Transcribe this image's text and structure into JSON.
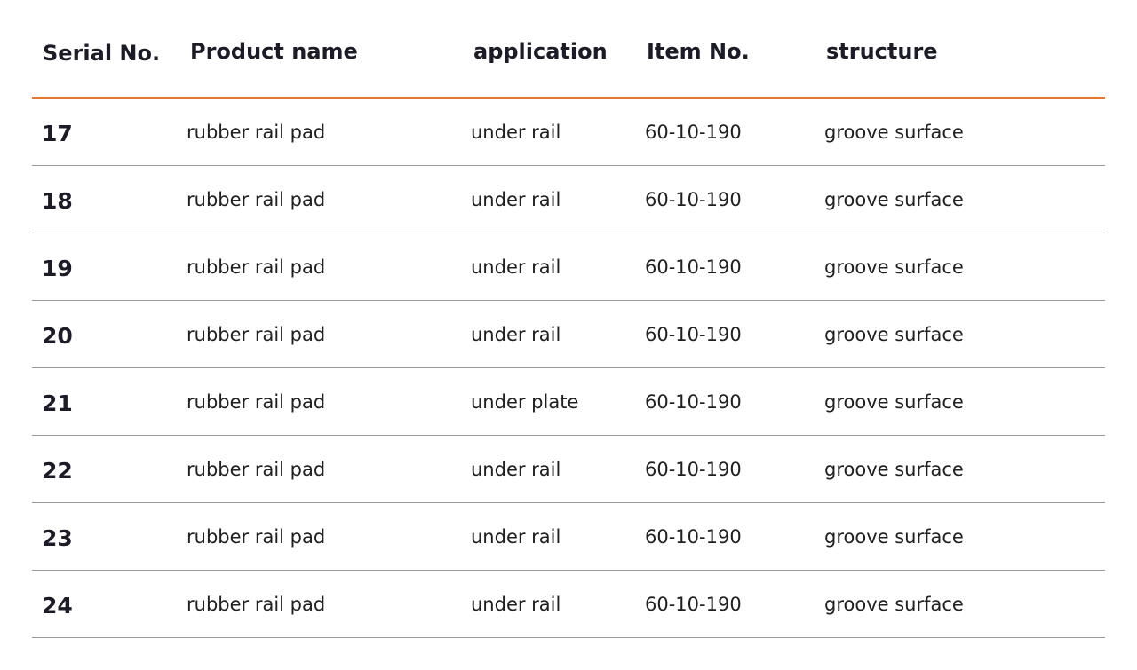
{
  "table": {
    "headers": [
      "Serial No.",
      "Product name",
      "application",
      "Item No.",
      "structure"
    ],
    "rows": [
      [
        "17",
        "rubber rail pad",
        "under rail",
        "60-10-190",
        "groove surface"
      ],
      [
        "18",
        "rubber rail pad",
        "under rail",
        "60-10-190",
        "groove surface"
      ],
      [
        "19",
        "rubber rail pad",
        "under rail",
        "60-10-190",
        "groove surface"
      ],
      [
        "20",
        "rubber rail pad",
        "under rail",
        "60-10-190",
        "groove surface"
      ],
      [
        "21",
        "rubber rail pad",
        "under plate",
        "60-10-190",
        "groove surface"
      ],
      [
        "22",
        "rubber rail pad",
        "under rail",
        "60-10-190",
        "groove surface"
      ],
      [
        "23",
        "rubber rail pad",
        "under rail",
        "60-10-190",
        "groove surface"
      ],
      [
        "24",
        "rubber rail pad",
        "under rail",
        "60-10-190",
        "groove surface"
      ]
    ]
  },
  "colors": {
    "header_rule": "#e8762f",
    "row_rule": "#9a9a9a"
  }
}
